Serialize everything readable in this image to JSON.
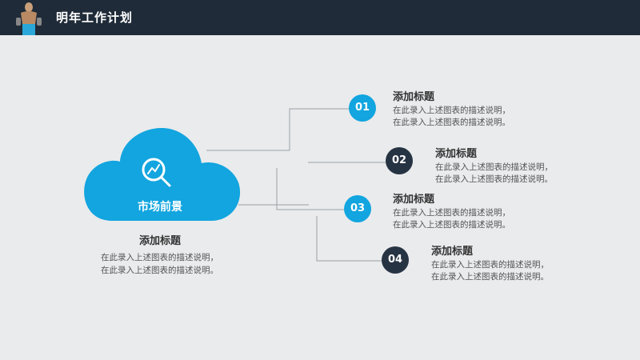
{
  "header": {
    "title": "明年工作计划",
    "figure_icon": "athlete-figure-icon"
  },
  "cloud": {
    "label": "市场前景",
    "icon": "magnifier-chart-icon",
    "color": "#12a5df"
  },
  "main": {
    "title": "添加标题",
    "description": "在此录入上述图表的描述说明，在此录入上述图表的描述说明。"
  },
  "items": [
    {
      "number": "01",
      "title": "添加标题",
      "line1": "在此录入上述图表的描述说明，",
      "line2": "在此录入上述图表的描述说明。"
    },
    {
      "number": "02",
      "title": "添加标题",
      "line1": "在此录入上述图表的描述说明，",
      "line2": "在此录入上述图表的描述说明。"
    },
    {
      "number": "03",
      "title": "添加标题",
      "line1": "在此录入上述图表的描述说明，",
      "line2": "在此录入上述图表的描述说明。"
    },
    {
      "number": "04",
      "title": "添加标题",
      "line1": "在此录入上述图表的描述说明，",
      "line2": "在此录入上述图表的描述说明。"
    }
  ],
  "colors": {
    "accent_blue": "#12a5df",
    "dark": "#263343",
    "header_bg": "#1f2b38"
  }
}
